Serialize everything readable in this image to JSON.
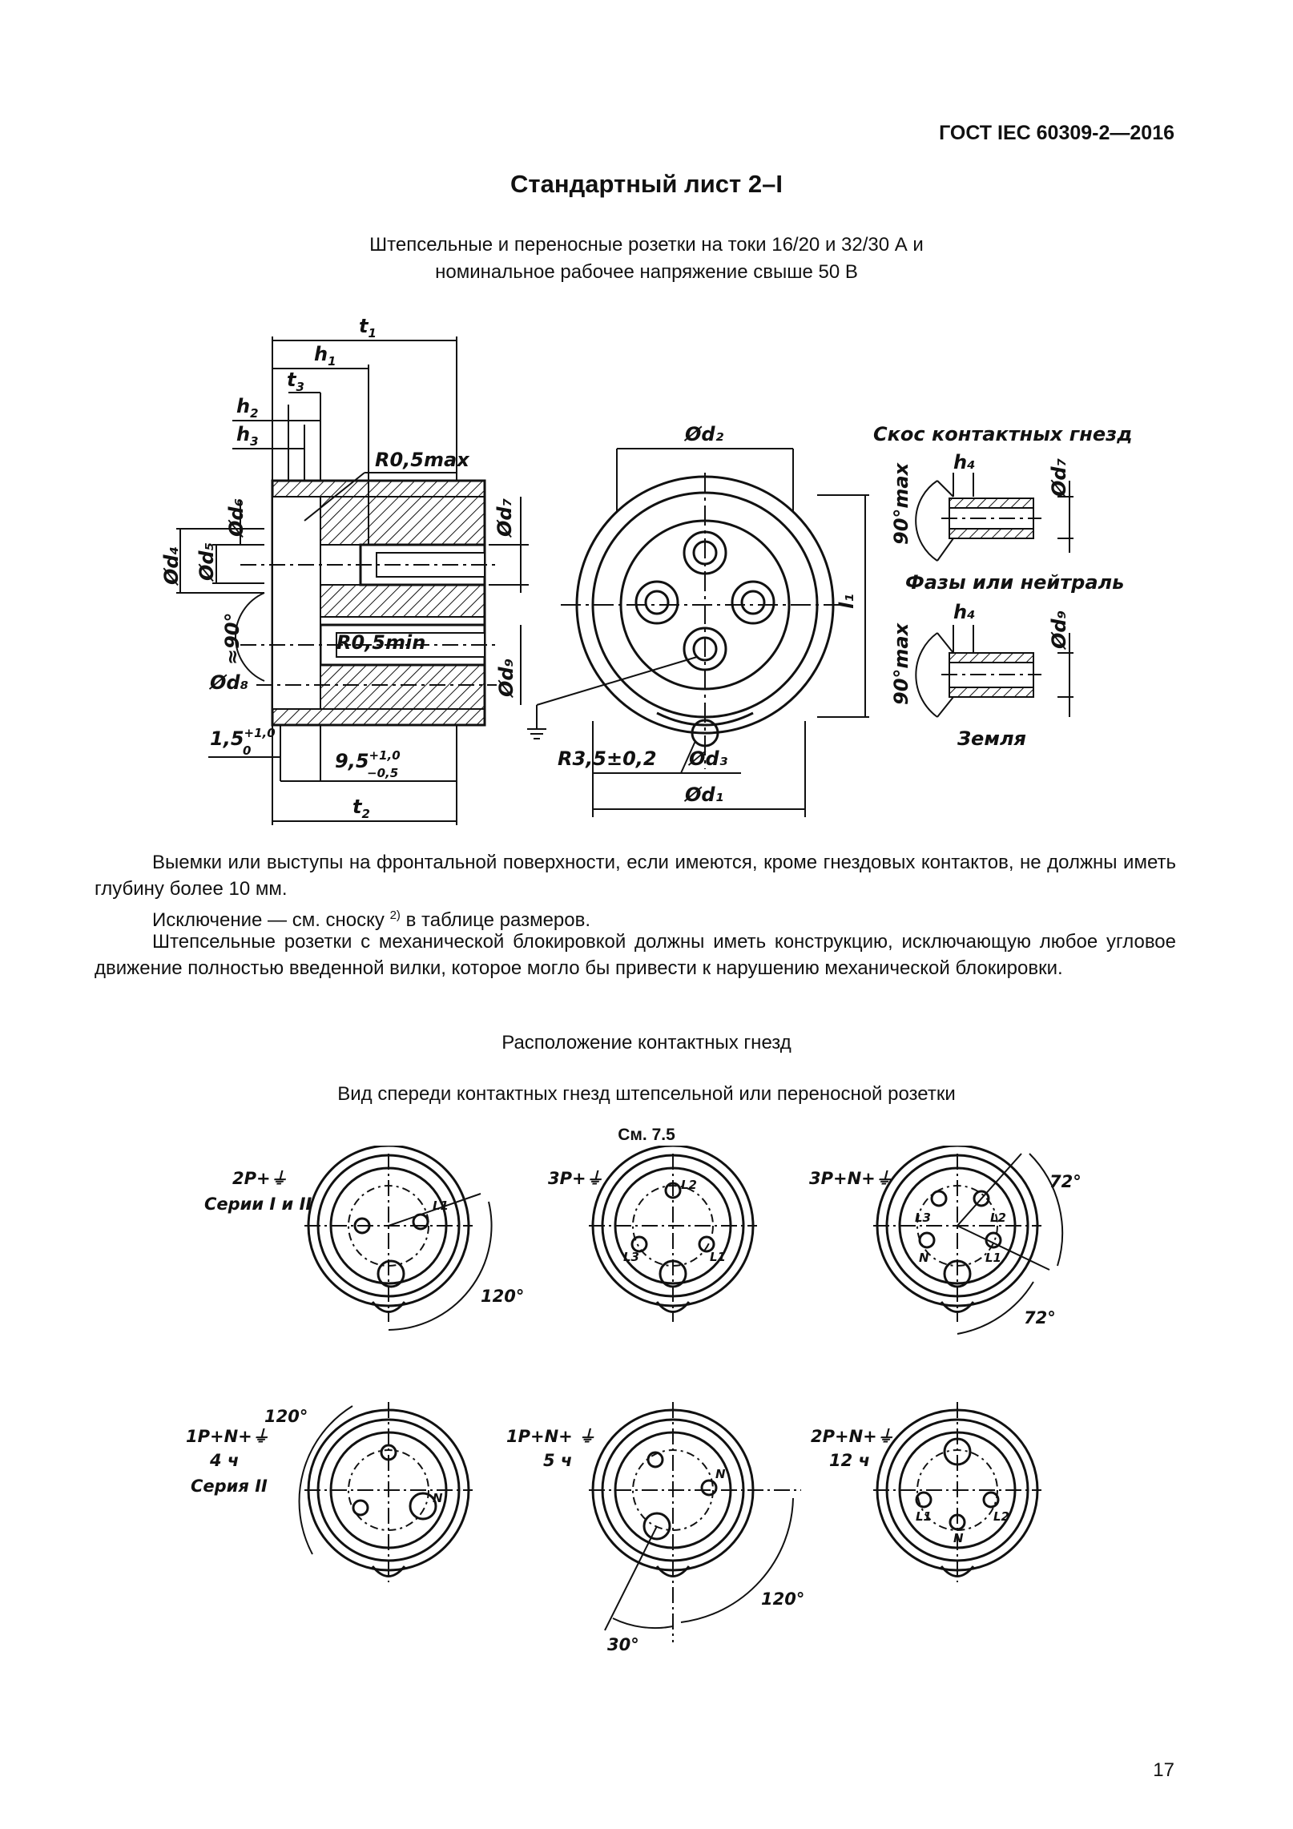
{
  "header": {
    "doc_id": "ГОСТ IEC 60309-2—2016"
  },
  "title": "Стандартный лист 2–I",
  "subtitle": {
    "line1": "Штепсельные и переносные розетки на токи 16/20 и 32/30 А и",
    "line2": "номинальное рабочее напряжение свыше 50 В"
  },
  "drawing_top": {
    "dims": {
      "t1": "t",
      "t1_sub": "1",
      "h1": "h",
      "h1_sub": "1",
      "t3": "t",
      "t3_sub": "3",
      "h2": "h",
      "h2_sub": "2",
      "h3": "h",
      "h3_sub": "3",
      "r_max": "R0,5max",
      "r_min": "R0,5min",
      "d4": "Ød₄",
      "d5": "Ød₅",
      "d6": "Ød₆",
      "d7": "Ød₇",
      "d8": "Ød₈",
      "d9": "Ød₉",
      "angle90": "≈90°",
      "dim15": "1,5",
      "dim15_tol_up": "+1,0",
      "dim15_tol_lo": "0",
      "dim95": "9,5",
      "dim95_tol_up": "+1,0",
      "dim95_tol_lo": "−0,5",
      "t2": "t",
      "t2_sub": "2",
      "d2": "Ød₂",
      "d1": "Ød₁",
      "d3": "Ød₃",
      "l1": "l₁",
      "r35": "R3,5±0,2"
    },
    "chamfer_title": "Скос контактных гнезд",
    "phase_label": "Фазы или нейтраль",
    "earth_label": "Земля",
    "h4": "h₄",
    "d7b": "Ød₇",
    "d9b": "Ød₉",
    "max90": "90°max"
  },
  "paragraphs": {
    "p1": "Выемки или выступы на фронтальной поверхности, если имеются, кроме гнездовых контактов, не должны иметь глубину более 10 мм.",
    "p2_a": "Исключение — см. сноску ",
    "p2_sup": "2)",
    "p2_b": " в таблице размеров.",
    "p3": "Штепсельные розетки с механической блокировкой должны иметь конструкцию, исключающую любое угловое движение полностью введенной вилки, которое могло бы привести к нарушению механической блокировки."
  },
  "section": {
    "title": "Расположение контактных  гнезд",
    "view": "Вид спереди контактных гнезд штепсельной или переносной розетки",
    "see": "См. 7.5"
  },
  "layouts": [
    {
      "label1": "2P+⏚",
      "label2": "Серии I и II",
      "angle": "120°"
    },
    {
      "label1": "3P+⏚",
      "label2": ""
    },
    {
      "label1": "3P+N+⏚",
      "label2": "",
      "angle": "72°"
    },
    {
      "label1": "1P+N+⏚",
      "label2": "4 ч",
      "label3": "Серия II",
      "angle": "120°"
    },
    {
      "label1": "1P+N+ ⏚",
      "label2": "5 ч",
      "angle": "120°",
      "angle2": "30°"
    },
    {
      "label1": "2P+N+⏚",
      "label2": "12 ч"
    }
  ],
  "pins": {
    "L1": "L1",
    "L2": "L2",
    "L3": "L3",
    "N": "N"
  },
  "page_number": "17"
}
